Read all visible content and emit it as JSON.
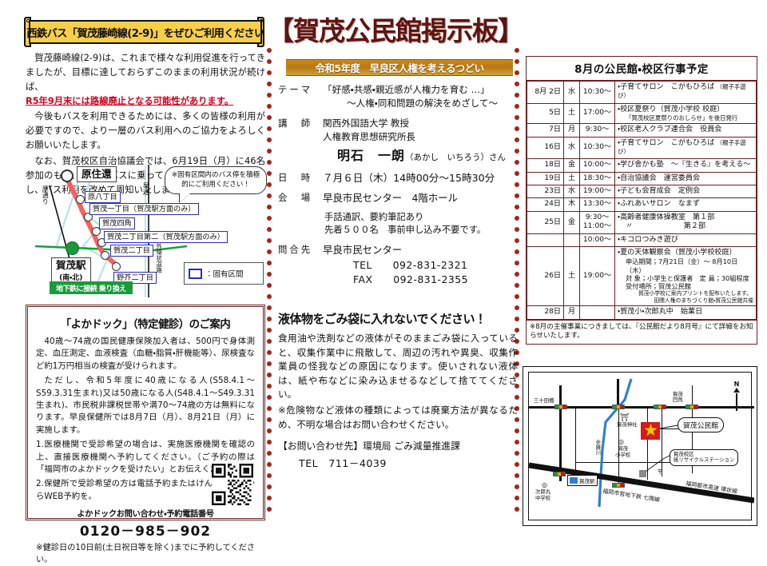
{
  "header": {
    "main_title": "【賀茂公民館掲示板】",
    "sub_banner": "令和5年度　早良区人権を考えるつどい"
  },
  "bus_notice": {
    "banner": "西鉄バス「賀茂藤崎線(2-9)」をぜひご利用ください",
    "para1_a": "賀茂藤崎線(2-9)は、これまで様々な利用促進を行ってきましたが、目標に達しておらずこのままの利用状況が続けば、",
    "para1_warn": "R5年9月末には路線廃止となる可能性があります。",
    "para2": "今後もバスを利用できるためには、多くの皆様の利用が必要ですので、より一層のバス利用へのご協力をよろしくお願いいたします。",
    "para3": "なお、賀茂校区自治協議会では、6月19日（月）に46名参加のもと、「2-9のバスに乗って」というイベントを開催し、バス利用を改めて周知いたしました。",
    "map": {
      "callout": "※固有区間内のバス停を積極的にご利用ください！",
      "stops": [
        "原住還",
        "原八丁目",
        "賀茂一丁目（賀茂駅方面のみ）",
        "賀茂四角",
        "賀茂二丁目第二（賀茂駅方面のみ）",
        "賀茂二丁目",
        "野芥二丁目"
      ],
      "station": "賀茂駅",
      "station_sub": "(南・北)",
      "subway_tag": "地下鉄に接続 乗り換え",
      "legend": "：固有区間",
      "street_left": "原通り",
      "street_mid": "早通",
      "street_right": "外環状道路"
    }
  },
  "yokadock": {
    "title": "「よかドック」（特定健診）のご案内",
    "p1": "40歳～74歳の国民健康保険加入者は、500円で身体測定、血圧測定、血液検査（血糖・脂質・肝機能等）、尿検査など約1万円相当の検査が受けられます。",
    "p2": "ただし、令和5年度に40歳になる人(S58.4.1～S59.3.31生まれ)又は50歳になる人(S48.4.1～S49.3.31生まれ)、市民税非課税世帯や満70～74歳の方は無料になります。早良保健所では8月7日（月）、8月21日（月）に実施します。",
    "p3": "1.医療機関で受診希望の場合は、実施医療機関を確認の上、直接医療機関へ予約してください。（ご予約の際は「福岡市のよかドックを受けたい」とお伝えください。",
    "p4": "2.保健所で受診希望の方は電話予約またはけんしんナビからWEB予約を。",
    "phone_head": "よかドックお問い合わせ・予約電話番号",
    "phone_num": "0120－985－902",
    "p5": "※健診日の10日前(土日祝日等を除く)までに予約してください。"
  },
  "event": {
    "rows": [
      {
        "key": "テーマ",
        "v1": "「好感・共感・親近感が人権力を育む …」",
        "v2": "～人権・同和問題の解決をめざして～"
      },
      {
        "key": "講　師",
        "v1": "関西外国語大学 教授",
        "v2": "人権教育思想研究所長"
      },
      {
        "key": "日　時",
        "v1": "７月６日（木）14時00分～15時30分",
        "v2": ""
      },
      {
        "key": "会　場",
        "v1": "早良市民センター　4階ホール",
        "v2": ""
      }
    ],
    "speaker_name": "明石　一朗",
    "speaker_kana": "（あかし　いちろう）さん",
    "note1": "手話通訳、要約筆記あり",
    "note2": "先着５００名　事前申し込み不要です。",
    "contact_key": "問合先",
    "contact_place": "早良市民センター",
    "tel": "TEL　　092-831-2321",
    "fax": "FAX　　092-831-2355"
  },
  "liquid": {
    "title": "液体物をごみ袋に入れないでください！",
    "p1": "食用油や洗剤などの液体がそのままごみ袋に入っていると、収集作業中に飛散して、周辺の汚れや異臭、収集作業員の怪我などの原因になります。使いされない液体は、紙や布などに染み込ませるなどして捨ててください。",
    "p2": "※危険物など液体の種類によっては廃棄方法が異なるため、不明な場合はお問い合わせください。",
    "contact": "【お問い合わせ先】環境局 ごみ減量推進課",
    "tel": "TEL　711－4039"
  },
  "schedule": {
    "title": "8月の公民館・校区行事予定",
    "rows": [
      {
        "date": "8月 2日",
        "dow": "水",
        "time": "10:30～",
        "event": "・子育てサロン　こがもひろば",
        "event_small": "（親子手遊び）"
      },
      {
        "date": "5日",
        "dow": "土",
        "time": "17:00～",
        "event": "・校区夏祭り（賀茂小学校 校庭）",
        "event_small2": "「賀茂校区夏祭りのおしらせ」を後日発行"
      },
      {
        "date": "7日",
        "dow": "月",
        "time": "9:30～",
        "event": "・校区老人クラブ連合会　役員会"
      },
      {
        "date": "16日",
        "dow": "水",
        "time": "10:30～",
        "event": "・子育てサロン　こがもひろば",
        "event_small": "（親子手遊び）"
      },
      {
        "date": "18日",
        "dow": "金",
        "time": "10:00～",
        "event": "・学び舎かも塾　～『生きる』を考える～"
      },
      {
        "date": "19日",
        "dow": "土",
        "time": "18:30～",
        "event": "・自治協議会　運営委員会"
      },
      {
        "date": "23日",
        "dow": "水",
        "time": "19:00～",
        "event": "・子ども会育成会　定例会"
      },
      {
        "date": "24日",
        "dow": "木",
        "time": "13:30～",
        "event": "・ふれあいサロン　なまず"
      },
      {
        "date": "25日",
        "dow": "金",
        "time": "9:30～\n11:00～",
        "event": "・高齢者健康体操教室　第１部",
        "event_line2": "〃　　　　　　　第２部"
      },
      {
        "date": "",
        "dow": "",
        "time": "10:00～",
        "event": "・キコロつみき遊び"
      },
      {
        "date": "26日",
        "dow": "土",
        "time": "19:00～",
        "event": "・夏の天体観察会（賀茂小学校校庭）",
        "detail": [
          "申込期間；7月21日（金）～ 8月10日（木）",
          "対 象；小学生と保護者　定 員；30組程度",
          "受付場所；賀茂公民館"
        ],
        "detail_small": "賀茂小学校に案内プリントを配布いたします。",
        "detail_small2": "田隈人権のまちづくり館・賀茂公民館共催"
      },
      {
        "date": "28日",
        "dow": "月",
        "time": "",
        "event": "・賀茂小・次郎丸中　始業日"
      }
    ],
    "footnote": "※8月の主催事業につきましては、『公民館だより8月号』にて詳細をお知らせいたします。"
  },
  "location_map": {
    "compass": "N",
    "hall": "賀茂公民館",
    "recycle": "賀茂校区\n紙リサイクルステーション",
    "labels": [
      "三十田橋",
      "賀茂神社",
      "賀茂四角",
      "賀茂小学校",
      "金屑川",
      "賀茂駅",
      "次郎丸中学校",
      "福岡市営地下鉄 七隈線",
      "福岡都市高速 環状線"
    ]
  },
  "colors": {
    "banner_yellow": "#f7cf4a",
    "title_brown": "#5d1414",
    "dot_red": "#a8231a",
    "warn_red": "#d2001f",
    "route_red": "#f4625e",
    "subway_green": "#1a9a3c",
    "river_blue": "#2f7fd4",
    "star_yellow": "#f4c600"
  }
}
